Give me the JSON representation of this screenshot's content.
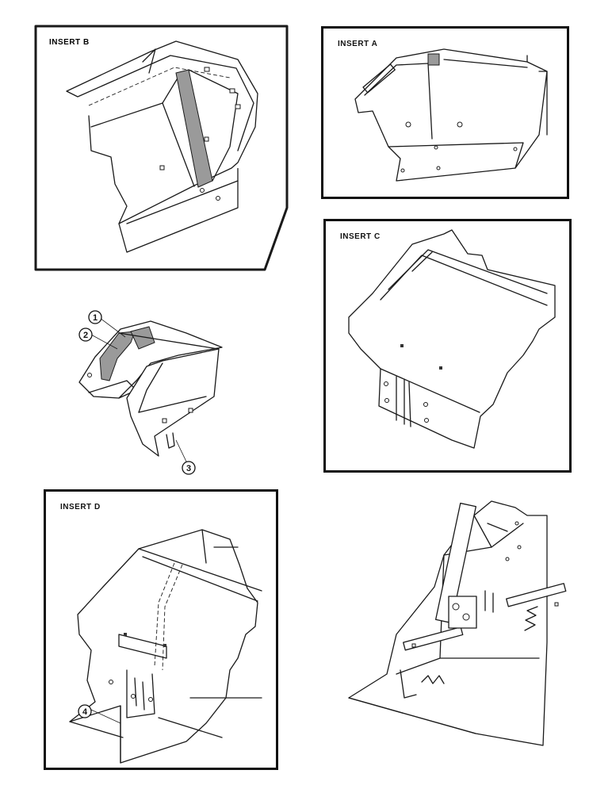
{
  "insets": {
    "b": {
      "label": "INSERT B"
    },
    "a": {
      "label": "INSERT A"
    },
    "c": {
      "label": "INSERT C"
    },
    "d": {
      "label": "INSERT D"
    }
  },
  "callouts": [
    {
      "id": "1",
      "label": "1"
    },
    {
      "id": "2",
      "label": "2"
    },
    {
      "id": "3",
      "label": "3"
    },
    {
      "id": "4",
      "label": "4"
    }
  ]
}
